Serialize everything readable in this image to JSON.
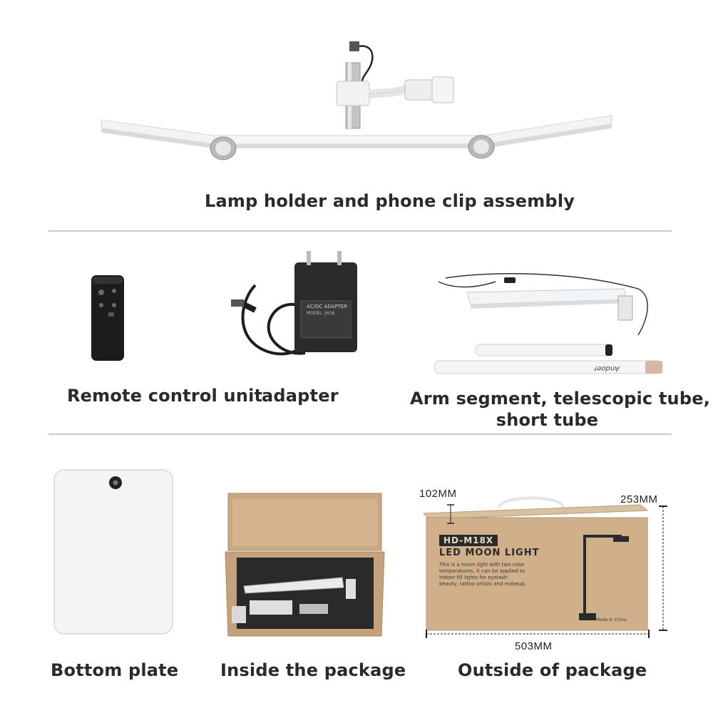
{
  "sections": {
    "top": {
      "caption": "Lamp holder and phone clip assembly"
    },
    "middle": {
      "remote_caption": "Remote control unit",
      "adapter_caption": "adapter",
      "arm_caption_line1": "Arm segment, telescopic tube,",
      "arm_caption_line2": "short tube"
    },
    "bottom": {
      "plate_caption": "Bottom plate",
      "inside_caption": "Inside the package",
      "outside_caption": "Outside of package"
    }
  },
  "adapter_label": {
    "line1": "AC/DC ADAPTER",
    "line2": "MODEL: JH16"
  },
  "tube_brand": "Andoer",
  "box": {
    "model": "HD-M18X",
    "product": "LED MOON LIGHT",
    "desc_line1": "This is a moon light with two color",
    "desc_line2": "temperatures, it can be applied to",
    "desc_line3": "indoor fill lights for eyelash",
    "desc_line4": "beauty, tattoo artists and makeup.",
    "made_in": "Made in China",
    "dim_depth": "102MM",
    "dim_height": "253MM",
    "dim_width": "503MM"
  },
  "colors": {
    "divider": "#c9c9c9",
    "cardboard": "#c9a882",
    "foam": "#2a2a2a"
  }
}
